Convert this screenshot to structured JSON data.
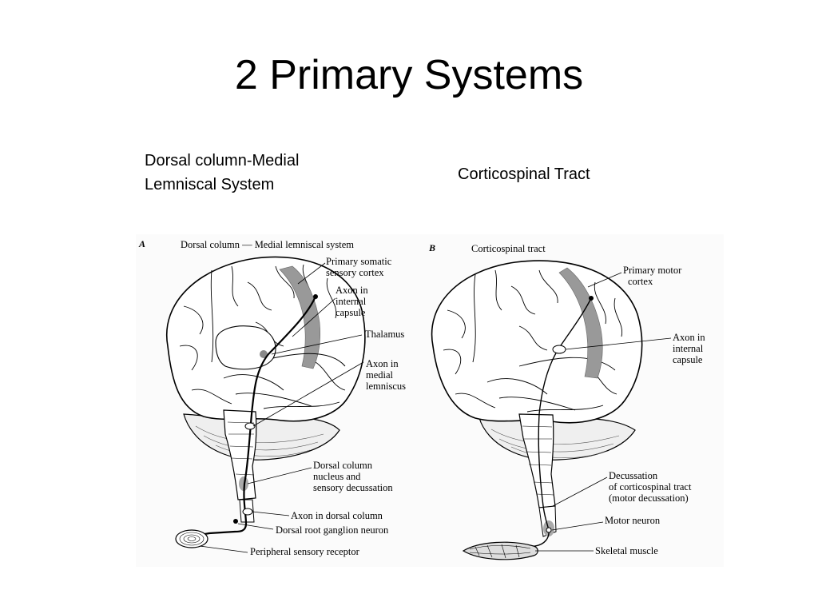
{
  "title": "2 Primary Systems",
  "left_heading_line1": "Dorsal column-Medial",
  "left_heading_line2": "Lemniscal System",
  "right_heading": "Corticospinal Tract",
  "figure": {
    "panel_a": {
      "letter": "A",
      "title": "Dorsal column — Medial lemniscal system",
      "labels": {
        "primary_somatic_1": "Primary somatic",
        "primary_somatic_2": "sensory cortex",
        "axon_internal_1": "Axon in",
        "axon_internal_2": "internal",
        "axon_internal_3": "capsule",
        "thalamus": "Thalamus",
        "axon_medial_1": "Axon in",
        "axon_medial_2": "medial",
        "axon_medial_3": "lemniscus",
        "dorsal_nucleus_1": "Dorsal column",
        "dorsal_nucleus_2": "nucleus and",
        "dorsal_nucleus_3": "sensory decussation",
        "axon_dorsal_column": "Axon in dorsal column",
        "dorsal_root_ganglion": "Dorsal root ganglion neuron",
        "peripheral_receptor": "Peripheral sensory receptor"
      }
    },
    "panel_b": {
      "letter": "B",
      "title": "Corticospinal tract",
      "labels": {
        "primary_motor_1": "Primary motor",
        "primary_motor_2": "cortex",
        "axon_internal_1": "Axon in",
        "axon_internal_2": "internal",
        "axon_internal_3": "capsule",
        "decussation_1": "Decussation",
        "decussation_2": "of corticospinal tract",
        "decussation_3": "(motor decussation)",
        "motor_neuron": "Motor neuron",
        "skeletal_muscle": "Skeletal muscle"
      }
    }
  }
}
